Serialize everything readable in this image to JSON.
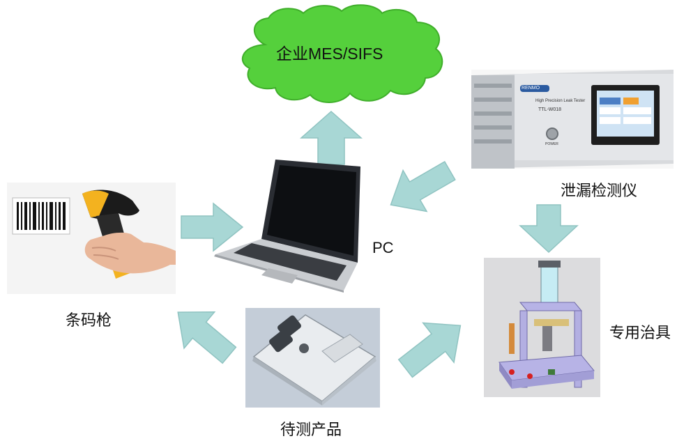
{
  "nodes": {
    "cloud": {
      "label": "企业MES/SIFS"
    },
    "pc": {
      "label": "PC"
    },
    "leak_tester": {
      "label": "泄漏检测仪",
      "brand": "RENMO",
      "subtitle": "High Precision Leak Tester",
      "model": "TTL-W018",
      "power": "POWER"
    },
    "scanner": {
      "label": "条码枪"
    },
    "fixture": {
      "label": "专用治具"
    },
    "product": {
      "label": "待测产品"
    }
  },
  "colors": {
    "cloud_fill": "#55d03c",
    "arrow_fill": "#a8d7d5",
    "arrow_stroke": "#8fc3c1"
  }
}
